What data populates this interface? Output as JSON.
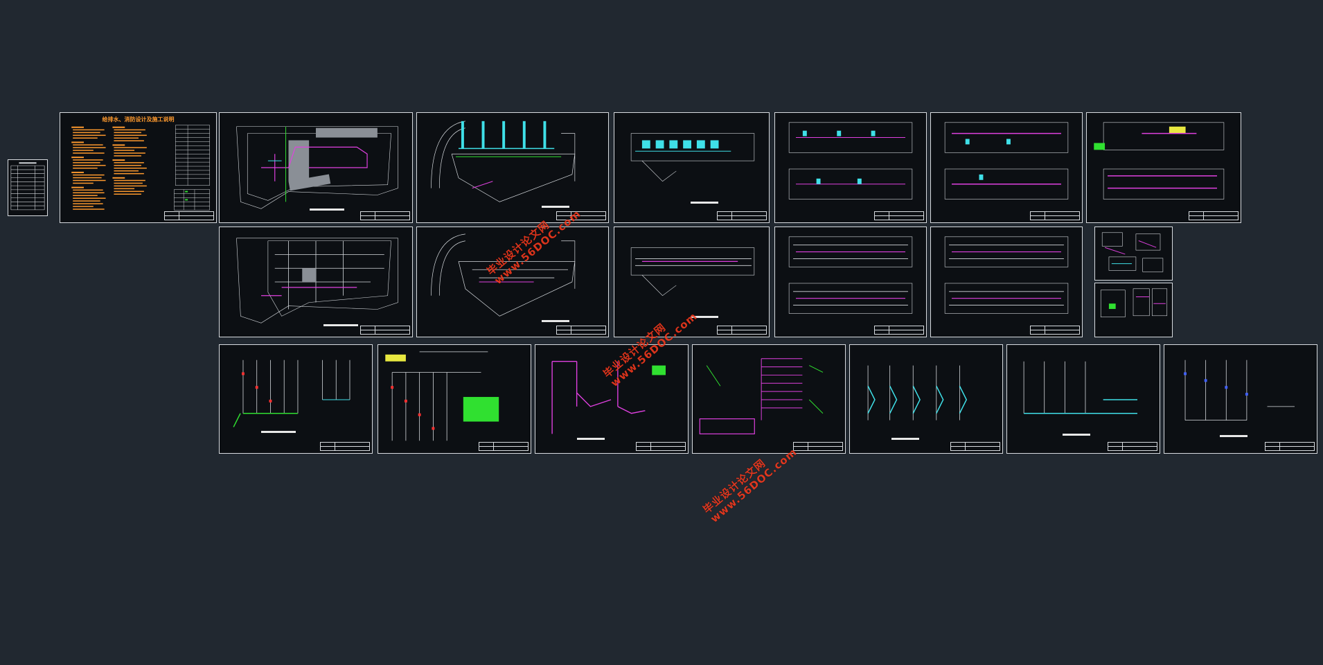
{
  "sheets": {
    "notes_title": "给排水、消防设计及施工说明"
  },
  "watermarks": [
    {
      "line1": "毕业设计论文网",
      "line2": "www.56DOC.com"
    },
    {
      "line1": "毕业设计论文网",
      "line2": "www.56DOC.com"
    },
    {
      "line1": "毕业设计论文网",
      "line2": "www.56DOC.com"
    }
  ],
  "colors": {
    "background": "#212830",
    "sheet": "#0c0f13",
    "border": "#d8dce0",
    "orange": "#ff9a2e",
    "cyan": "#3fe0e8",
    "magenta": "#e040e0",
    "green": "#30e030",
    "red": "#ff3030",
    "yellow": "#e8e840",
    "watermark": "#ff3b1e"
  }
}
